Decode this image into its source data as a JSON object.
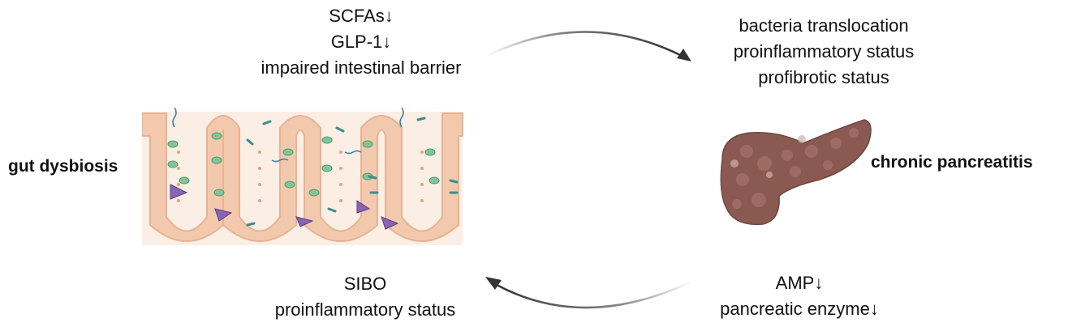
{
  "gut": {
    "label": "gut dysbiosis",
    "effects": [
      "SCFAs↓",
      "GLP-1↓",
      "impaired intestinal barrier"
    ],
    "illustration": "intestinal-villi-with-bacteria-illustration"
  },
  "pancreas": {
    "label": "chronic pancreatitis",
    "effects": [
      "bacteria translocation",
      "proinflammatory status",
      "profibrotic status"
    ],
    "illustration": "pancreas-illustration"
  },
  "feedback": {
    "pancreas_to_gut": [
      "AMP↓",
      "pancreatic enzyme↓"
    ],
    "gut_outcomes": [
      "SIBO",
      "proinflammatory status"
    ]
  },
  "colors": {
    "arrow": "#333333",
    "tissue": "#f6d9c4",
    "pancreas": "#8a5a52"
  }
}
